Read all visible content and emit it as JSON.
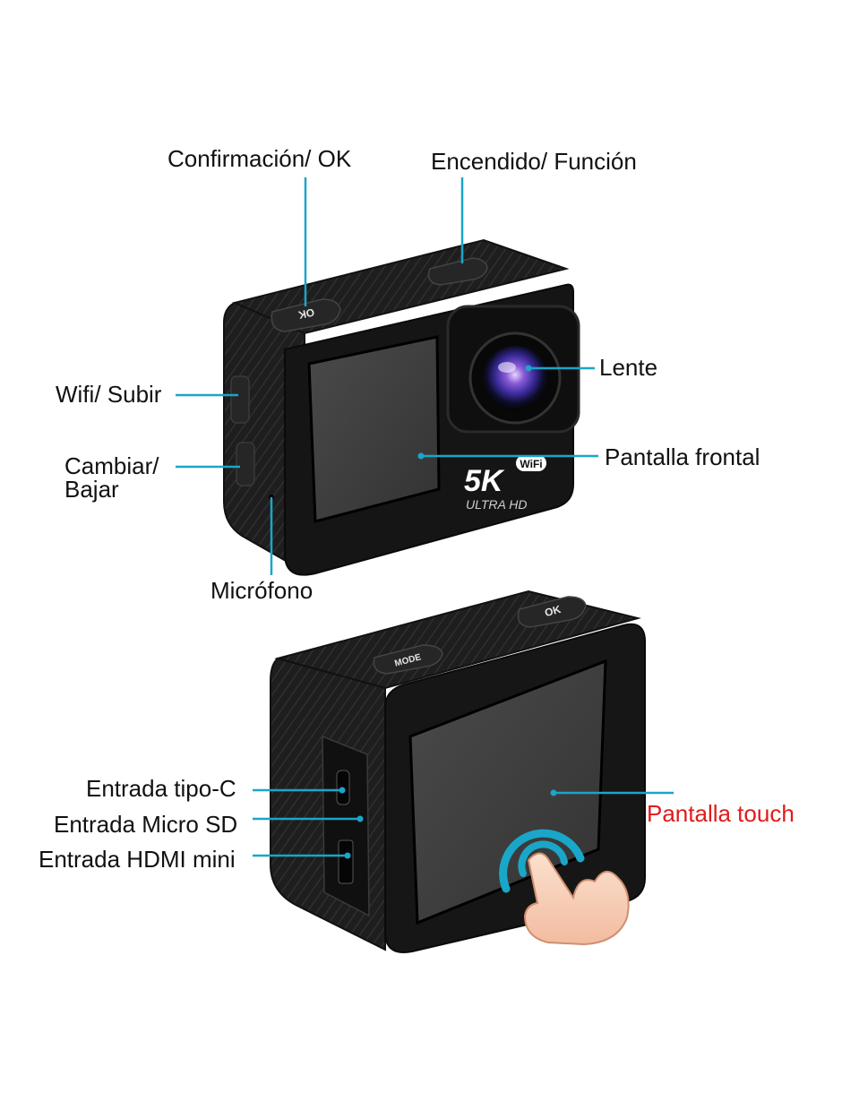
{
  "diagram": {
    "line_color": "#1aa6c8",
    "touch_color": "#e01b1b",
    "body_color": "#1c1c1c",
    "labels": {
      "ok": "Confirmación/ OK",
      "power": "Encendido/ Función",
      "wifi": "Wifi/ Subir",
      "switch_a": "Cambiar/",
      "switch_b": "Bajar",
      "lens": "Lente",
      "front_screen": "Pantalla frontal",
      "mic": "Micrófono",
      "usbc": "Entrada tipo-C",
      "sd": "Entrada Micro SD",
      "hdmi": "Entrada HDMI mini",
      "touch": "Pantalla touch"
    },
    "camera": {
      "ok_button": "OK",
      "mode_button": "MODE",
      "logo_main": "5K",
      "logo_badge": "WiFi",
      "logo_sub": "ULTRA HD"
    },
    "icons": [
      "touch-gesture-icon",
      "hand-icon"
    ]
  }
}
